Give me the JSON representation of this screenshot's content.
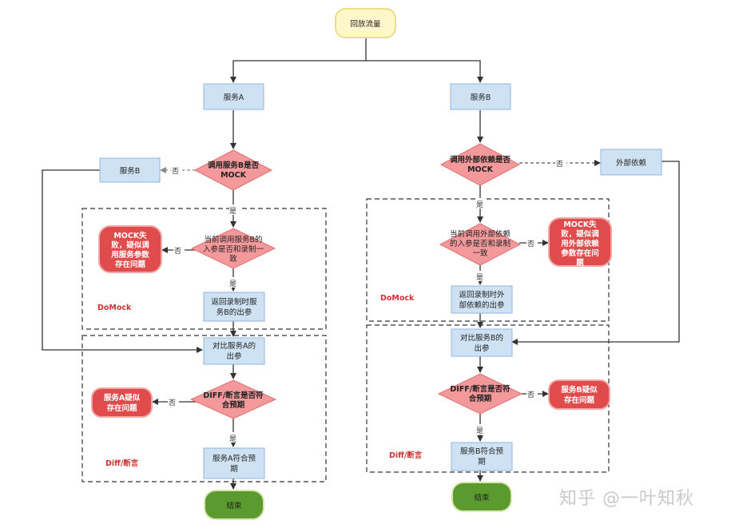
{
  "nodes": {
    "start": "回放流量",
    "svcA": "服务A",
    "svcB": "服务B",
    "svcB_left": "服务B",
    "decA1": [
      "调用服务B是否",
      "MOCK"
    ],
    "decA2": [
      "当前调用服务B的",
      "入参是否和录制一",
      "致"
    ],
    "failA1": [
      "MOCK失",
      "败，疑似调",
      "用服务参数",
      "存在问题"
    ],
    "retA": [
      "返回录制时服",
      "务B的出参"
    ],
    "cmpA": [
      "对比服务A的",
      "出参"
    ],
    "decA3": [
      "DIFF/断言是否符",
      "合预期"
    ],
    "failA2": [
      "服务A疑似",
      "存在问题"
    ],
    "okA": [
      "服务A符合预",
      "期"
    ],
    "endA": "结束",
    "decB1": [
      "调用外部依赖是否",
      "MOCK"
    ],
    "ext": "外部依赖",
    "decB2": [
      "当前调用外部依赖",
      "的入参是否和录制",
      "一致"
    ],
    "failB1": [
      "MOCK失",
      "败，疑似调",
      "用外部依赖",
      "参数存在问",
      "题"
    ],
    "retB": [
      "返回录制时外",
      "部依赖的出参"
    ],
    "cmpB": [
      "对比服务B的",
      "出参"
    ],
    "decB3": [
      "DIFF/断言是否符",
      "合预期"
    ],
    "failB2": [
      "服务B疑似",
      "存在问题"
    ],
    "okB": [
      "服务B符合预",
      "期"
    ],
    "endB": "结束"
  },
  "groups": {
    "domockA": "DoMock",
    "diffA": "Diff/断言",
    "domockB": "DoMock",
    "diffB": "Diff/断言"
  },
  "edges": {
    "yes": "是",
    "no": "否"
  },
  "watermark": "知乎 @一叶知秋",
  "colors": {
    "process_fill": "#cfe2f3",
    "process_stroke": "#6c9bd2",
    "decision_fill": "#f4999b",
    "decision_stroke": "#e07070",
    "fail_fill": "#e04b4b",
    "fail_stroke": "#f3a7a7",
    "start_fill": "#fff7cc",
    "start_stroke": "#e8d36a",
    "end_fill": "#5b9a2e",
    "end_stroke": "#3f7a1c"
  }
}
